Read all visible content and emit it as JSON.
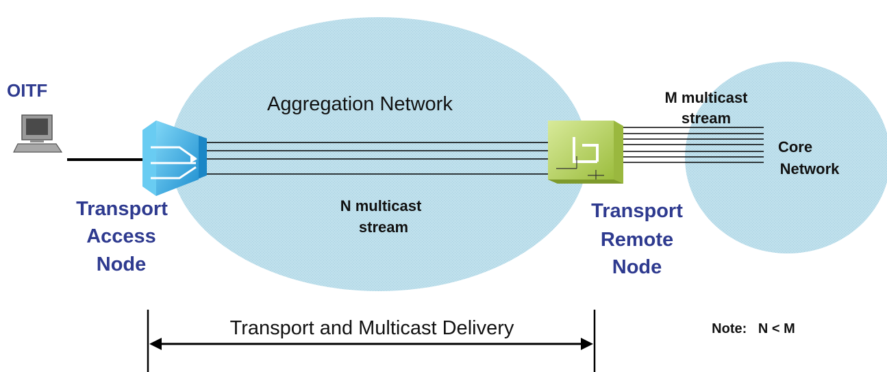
{
  "labels": {
    "oitf": "OITF",
    "aggregation_network": "Aggregation Network",
    "n_multicast_line1": "N multicast",
    "n_multicast_line2": "stream",
    "m_multicast_line1": "M multicast",
    "m_multicast_line2": "stream",
    "core_line1": "Core",
    "core_line2": "Network",
    "access_node_line1": "Transport",
    "access_node_line2": "Access",
    "access_node_line3": "Node",
    "remote_node_line1": "Transport",
    "remote_node_line2": "Remote",
    "remote_node_line3": "Node",
    "delivery": "Transport and Multicast Delivery",
    "note": "Note:   N < M"
  },
  "colors": {
    "cloud_fill": "#b9dcea",
    "node_label": "#2e3a8f",
    "access_node": "#3fb6ea",
    "remote_node": "#b8d46a"
  }
}
